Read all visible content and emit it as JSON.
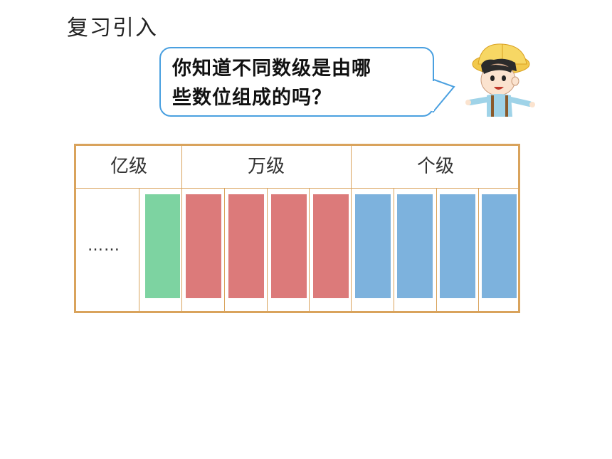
{
  "title": "复习引入",
  "bubble": {
    "line1": "你知道不同数级是由哪",
    "line2": "些数位组成的吗？"
  },
  "table": {
    "headers": [
      "亿级",
      "万级",
      "个级"
    ],
    "ellipsis": "……"
  },
  "colors": {
    "yi": "#7dd3a1",
    "wan": "#dc7a7a",
    "ge": "#7db2dd",
    "border": "#d9a35c",
    "bubble_border": "#4aa0e0"
  },
  "icons": [
    "cartoon-boy-with-hat"
  ]
}
